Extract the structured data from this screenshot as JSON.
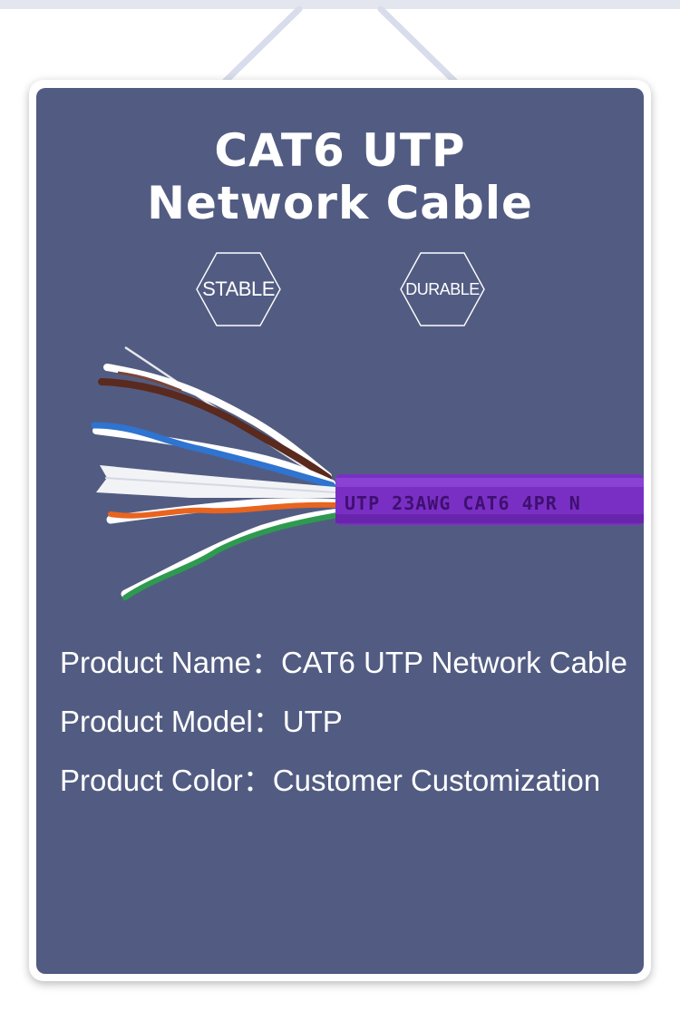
{
  "title": {
    "line1": "CAT6 UTP",
    "line2": "Network Cable"
  },
  "badges": [
    {
      "label": "STABLE"
    },
    {
      "label": "DURABLE"
    }
  ],
  "cable": {
    "jacket_print": "UTP  23AWG  CAT6  4PR  N",
    "jacket_color": "#7a2fc4",
    "pair_colors": [
      "#5a2a1e",
      "#2f74d0",
      "#e8641f",
      "#2e9a50"
    ]
  },
  "specs": [
    {
      "label": "Product Name",
      "separator": "：",
      "value": "CAT6 UTP Network Cable"
    },
    {
      "label": "Product Model",
      "separator": "：",
      "value": "UTP"
    },
    {
      "label": "Product Color",
      "separator": "：",
      "value": "Customer Customization"
    }
  ],
  "colors": {
    "card_background": "#525c82",
    "text": "#ffffff"
  }
}
